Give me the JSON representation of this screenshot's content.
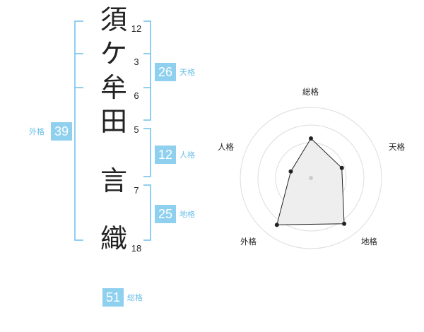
{
  "name": {
    "characters": [
      {
        "char": "須",
        "strokes": "12"
      },
      {
        "char": "ケ",
        "strokes": "3"
      },
      {
        "char": "牟",
        "strokes": "6"
      },
      {
        "char": "田",
        "strokes": "5"
      },
      {
        "char": "言",
        "strokes": "7"
      },
      {
        "char": "織",
        "strokes": "18"
      }
    ]
  },
  "fortune": {
    "tenkaku": {
      "value": "26",
      "label": "天格"
    },
    "jinkaku": {
      "value": "12",
      "label": "人格"
    },
    "chikaku": {
      "value": "25",
      "label": "地格"
    },
    "gaikaku": {
      "value": "39",
      "label": "外格"
    },
    "soukaku": {
      "value": "51",
      "label": "総格"
    }
  },
  "radar": {
    "axes": [
      "総格",
      "天格",
      "地格",
      "外格",
      "人格"
    ],
    "levels": [
      2.8,
      2.3,
      4.0,
      4.1,
      1.5
    ],
    "max": 5,
    "ring_count": 4
  },
  "colors": {
    "accent": "#8fd0ee",
    "accent_text": "#6cc0e8",
    "bracket": "#6cc0e8",
    "radar_fill": "#eeeeee",
    "ring": "#dddddd"
  }
}
